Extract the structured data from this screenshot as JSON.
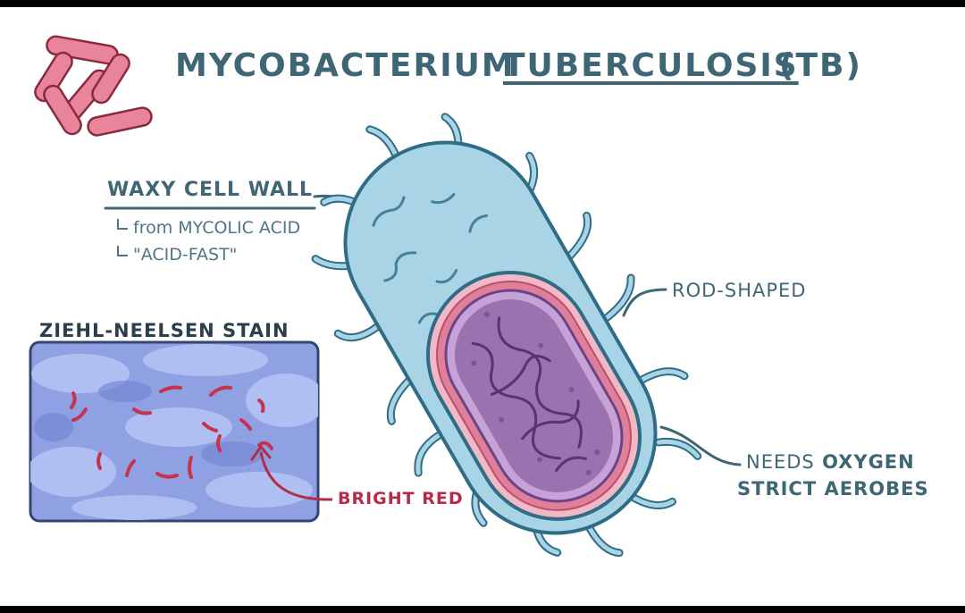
{
  "title": {
    "part1": "MYCOBACTERIUM",
    "part2": "TUBERCULOSIS",
    "part3": "(TB)"
  },
  "waxy_cell_wall": {
    "label": "WAXY CELL WALL",
    "sub1": "from MYCOLIC ACID",
    "sub2": "\"ACID-FAST\""
  },
  "stain": {
    "label": "ZIEHL-NEELSEN STAIN",
    "result": "BRIGHT RED"
  },
  "shape_label": "ROD-SHAPED",
  "oxygen": {
    "line1_a": "NEEDS",
    "line1_b": "OXYGEN",
    "line2": "STRICT AEROBES"
  },
  "colors": {
    "label_teal": "#3f6675",
    "stain_red": "#b42c49",
    "wall_blue": "#a8d4e6",
    "cytoplasm_purple": "#9b72b0",
    "slide_blue": "#8fa1e3"
  }
}
